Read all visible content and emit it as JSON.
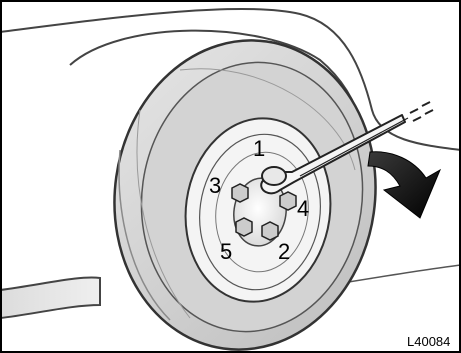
{
  "figure": {
    "nut_labels": {
      "n1": "1",
      "n2": "2",
      "n3": "3",
      "n4": "4",
      "n5": "5"
    },
    "code": "L40084"
  }
}
